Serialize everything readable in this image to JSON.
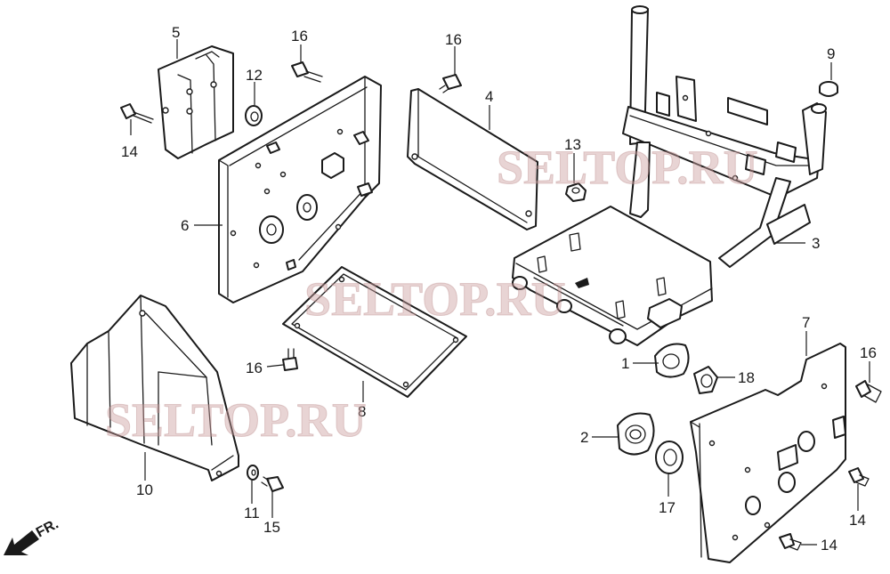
{
  "callouts": [
    "1",
    "2",
    "3",
    "4",
    "5",
    "6",
    "7",
    "8",
    "9",
    "10",
    "11",
    "12",
    "13",
    "14",
    "15",
    "16",
    "17",
    "18"
  ],
  "direction_label": "FR.",
  "watermark": "SELTOP.RU"
}
